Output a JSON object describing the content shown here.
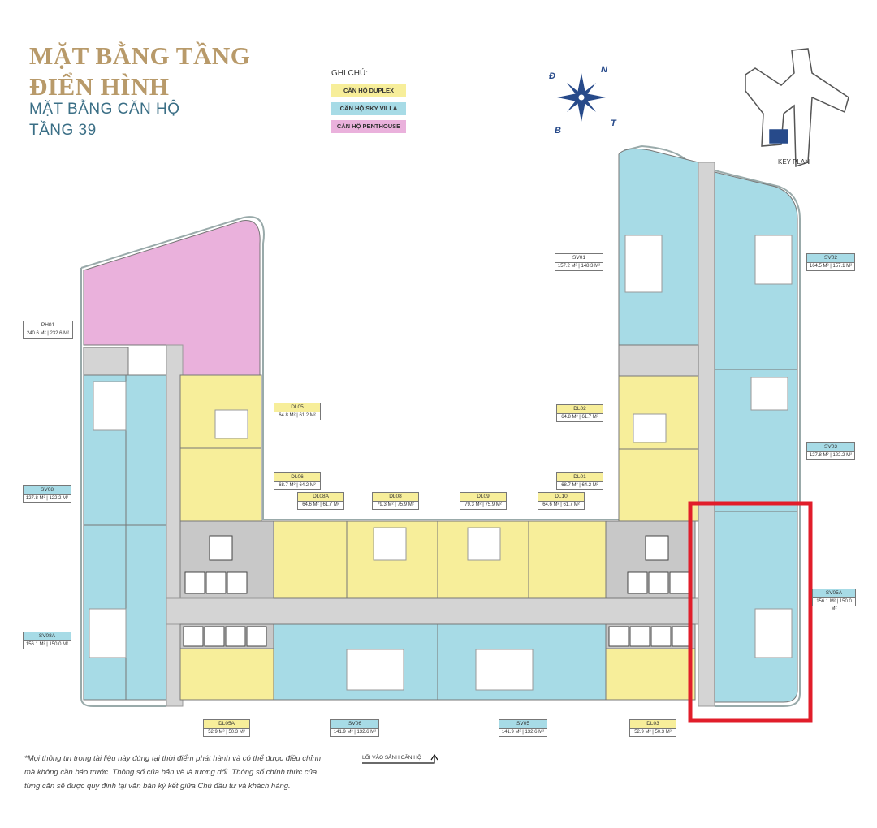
{
  "title": {
    "line1": "MẶT BẰNG TẦNG",
    "line2": "ĐIỂN HÌNH",
    "sub1": "MẶT BẰNG CĂN HỘ",
    "sub2": "TẦNG 39"
  },
  "legend": {
    "title": "GHI CHÚ:",
    "items": [
      {
        "label": "CĂN HỘ DUPLEX",
        "color": "#f7ee9a"
      },
      {
        "label": "CĂN HỘ SKY VILLA",
        "color": "#a7dbe6"
      },
      {
        "label": "CĂN HỘ PENTHOUSE",
        "color": "#eab1dc"
      }
    ]
  },
  "compass": {
    "n": "N",
    "d": "Đ",
    "b": "B",
    "t": "T"
  },
  "key_plan": "KEY PLAN",
  "colors": {
    "duplex": "#f7ee9a",
    "sky_villa": "#a7dbe6",
    "penthouse": "#eab1dc",
    "corridor": "#d4d4d4",
    "highlight": "#e11d2a",
    "title_gold": "#b89a6a",
    "title_blue": "#3b6f86"
  },
  "units": {
    "ph01": {
      "name": "PH01",
      "a1": "240.6 M²",
      "a2": "232.6 M²"
    },
    "sv01": {
      "name": "SV01",
      "a1": "157.2 M²",
      "a2": "148.3 M²"
    },
    "sv02": {
      "name": "SV02",
      "a1": "164.5 M²",
      "a2": "157.1 M²"
    },
    "sv03": {
      "name": "SV03",
      "a1": "127.8 M²",
      "a2": "122.2 M²"
    },
    "sv05a": {
      "name": "SV05A",
      "a1": "156.1 M²",
      "a2": "150.0 M²"
    },
    "sv08": {
      "name": "SV08",
      "a1": "127.8 M²",
      "a2": "122.2 M²"
    },
    "sv08a": {
      "name": "SV08A",
      "a1": "156.1 M²",
      "a2": "150.0 M²"
    },
    "sv06": {
      "name": "SV06",
      "a1": "141.9 M²",
      "a2": "132.6 M²"
    },
    "sv05": {
      "name": "SV05",
      "a1": "141.9 M²",
      "a2": "132.6 M²"
    },
    "dl05": {
      "name": "DL05",
      "a1": "64.8 M²",
      "a2": "61.2 M²"
    },
    "dl02": {
      "name": "DL02",
      "a1": "64.8 M²",
      "a2": "61.7 M²"
    },
    "dl06": {
      "name": "DL06",
      "a1": "68.7 M²",
      "a2": "64.2 M²"
    },
    "dl01": {
      "name": "DL01",
      "a1": "68.7 M²",
      "a2": "64.2 M²"
    },
    "dl08a": {
      "name": "DL08A",
      "a1": "64.6 M²",
      "a2": "61.7 M²"
    },
    "dl08": {
      "name": "DL08",
      "a1": "79.3 M²",
      "a2": "75.9 M²"
    },
    "dl09": {
      "name": "DL09",
      "a1": "79.3 M²",
      "a2": "75.9 M²"
    },
    "dl10": {
      "name": "DL10",
      "a1": "64.6 M²",
      "a2": "61.7 M²"
    },
    "dl05a": {
      "name": "DL05A",
      "a1": "52.9 M²",
      "a2": "50.3 M²"
    },
    "dl03": {
      "name": "DL03",
      "a1": "52.9 M²",
      "a2": "50.3 M²"
    }
  },
  "entrance": "LỐI VÀO SẢNH CĂN HỘ",
  "note": "*Mọi thông tin trong tài liệu này đúng tại thời điểm phát hành và có thể được điều chỉnh mà không cần báo trước. Thông số của bản vẽ là tương đối. Thông số chính thức của từng căn sẽ được quy định tại văn bản ký kết giữa Chủ đầu tư và khách hàng."
}
